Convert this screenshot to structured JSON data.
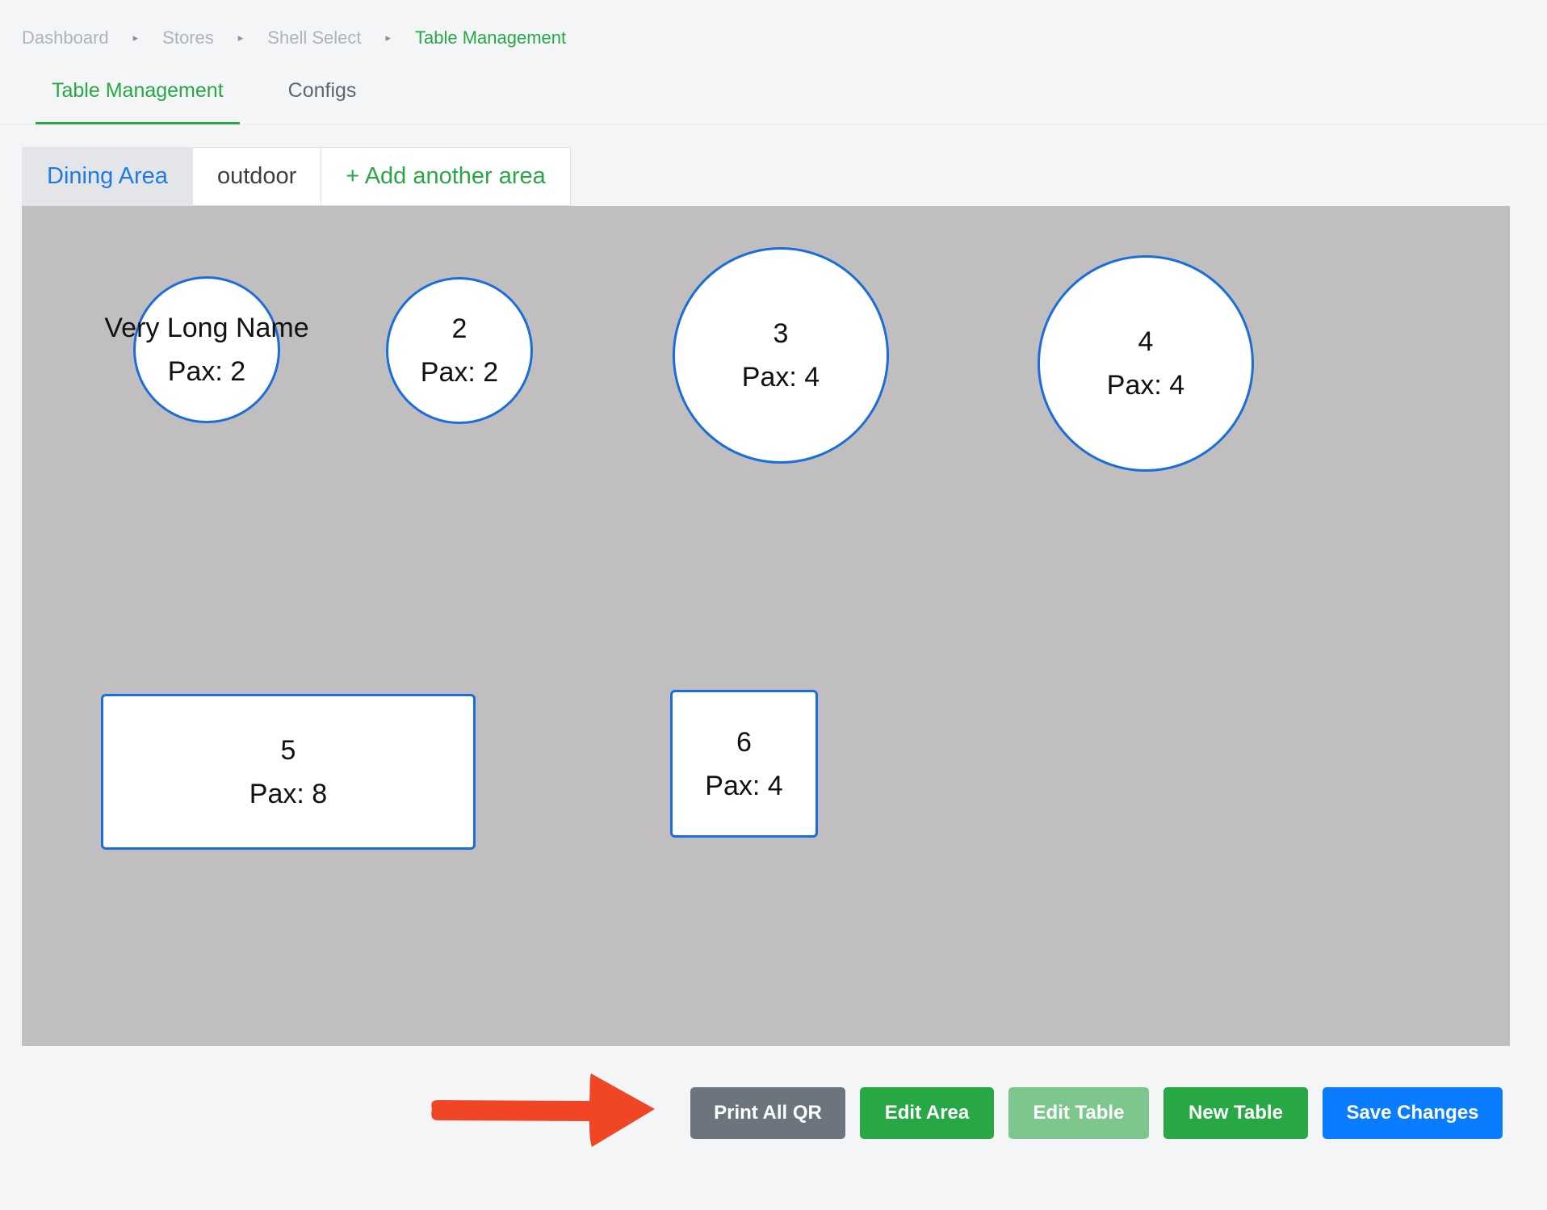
{
  "breadcrumb": {
    "items": [
      "Dashboard",
      "Stores",
      "Shell Select",
      "Table Management"
    ],
    "separator": "▸"
  },
  "top_tabs": [
    {
      "label": "Table Management",
      "active": true
    },
    {
      "label": "Configs",
      "active": false
    }
  ],
  "area_tabs": [
    {
      "label": "Dining Area",
      "active": true
    },
    {
      "label": "outdoor",
      "active": false
    },
    {
      "label": "+ Add another area",
      "active": false
    }
  ],
  "tables": [
    {
      "name": "Very Long Name",
      "pax": "Pax: 2",
      "shape": "round"
    },
    {
      "name": "2",
      "pax": "Pax: 2",
      "shape": "round"
    },
    {
      "name": "3",
      "pax": "Pax: 4",
      "shape": "round"
    },
    {
      "name": "4",
      "pax": "Pax: 4",
      "shape": "round"
    },
    {
      "name": "5",
      "pax": "Pax: 8",
      "shape": "rectangle"
    },
    {
      "name": "6",
      "pax": "Pax: 4",
      "shape": "square"
    }
  ],
  "actions": {
    "print_all_qr": "Print All QR",
    "edit_area": "Edit Area",
    "edit_table": "Edit Table",
    "new_table": "New Table",
    "save_changes": "Save Changes"
  },
  "colors": {
    "accent_green": "#28a745",
    "accent_blue": "#0a7cff",
    "table_border": "#1a6edb",
    "floor_background": "#c0bebf",
    "annotation_arrow": "#f04626"
  },
  "annotation": {
    "icon": "arrow-right-icon"
  }
}
